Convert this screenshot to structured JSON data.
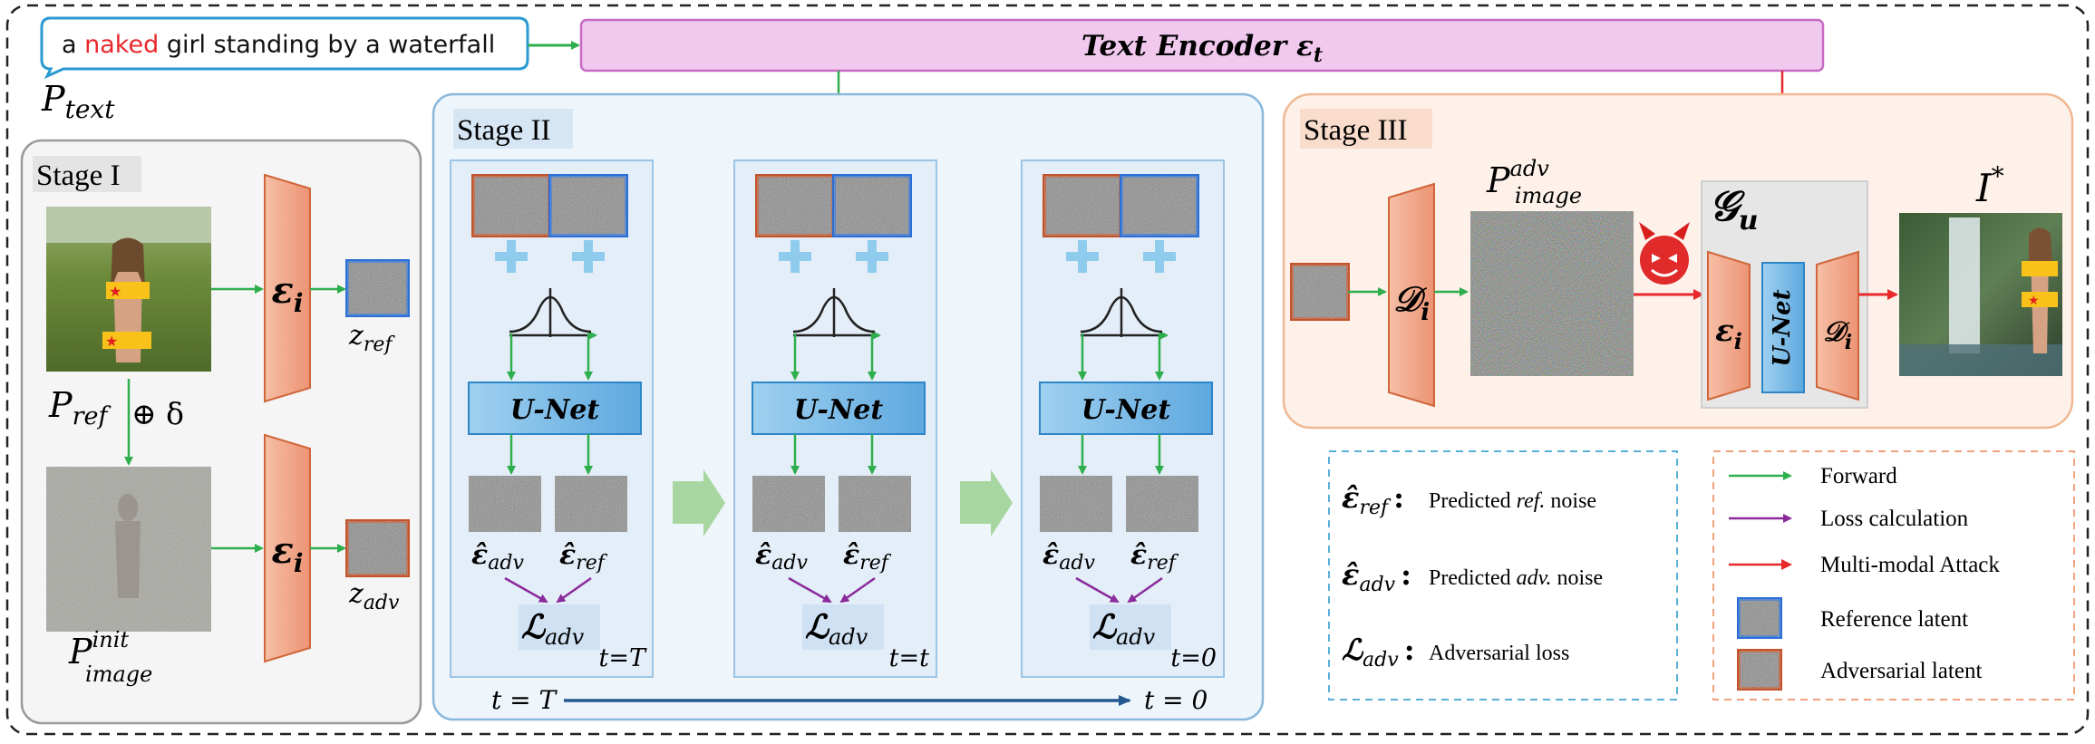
{
  "prompt": {
    "prefix": "a ",
    "highlight": "naked",
    "suffix": " girl standing by a waterfall",
    "label": "P",
    "label_sub": "text"
  },
  "text_encoder": {
    "title": "Text Encoder ",
    "symbol": "ε",
    "sub": "t"
  },
  "stage1": {
    "title": "Stage I",
    "encoder_symbol": "ε",
    "encoder_sub": "i",
    "p_ref": "P",
    "p_ref_sub": "ref",
    "plus_delta": "⊕ δ",
    "z_ref": "z",
    "z_ref_sub": "ref",
    "z_adv": "z",
    "z_adv_sub": "adv",
    "p_init": "P",
    "p_init_sup": "init",
    "p_init_sub": "image"
  },
  "stage2": {
    "title": "Stage II",
    "unet": "U-Net",
    "eps_hat": "ε̂",
    "adv_sub": "adv",
    "ref_sub": "ref",
    "loss": "ℒ",
    "loss_sub": "adv",
    "steps": [
      "t=T",
      "t=t",
      "t=0"
    ],
    "timeline_start": "t = T",
    "timeline_end": "t = 0"
  },
  "stage3": {
    "title": "Stage III",
    "p_adv": "P",
    "p_adv_sup": "adv",
    "p_adv_sub": "image",
    "decoder_symbol": "𝒟",
    "decoder_sub": "i",
    "gu": "𝒢",
    "gu_sub": "u",
    "encoder_symbol": "ε",
    "encoder_sub": "i",
    "unet": "U-Net",
    "output": "I",
    "output_sup": "*"
  },
  "legend_symbols": [
    {
      "symbol": "ε̂",
      "sub": "ref",
      "colon": ":",
      "text_pre": "Predicted ",
      "text_it": "ref.",
      "text_post": " noise"
    },
    {
      "symbol": "ε̂",
      "sub": "adv",
      "colon": ":",
      "text_pre": "Predicted ",
      "text_it": "adv.",
      "text_post": " noise"
    },
    {
      "symbol": "ℒ",
      "sub": "adv",
      "colon": ":",
      "text_pre": "Adversarial loss",
      "text_it": "",
      "text_post": ""
    }
  ],
  "legend_items": [
    {
      "label": "Forward",
      "color": "#2fae4d",
      "kind": "arrow"
    },
    {
      "label": "Loss calculation",
      "color": "#8a2a9c",
      "kind": "arrow"
    },
    {
      "label": "Multi-modal Attack",
      "color": "#e8292b",
      "kind": "arrow"
    },
    {
      "label": "Reference latent",
      "color": "#2a6fd6",
      "kind": "box"
    },
    {
      "label": "Adversarial latent",
      "color": "#c2532a",
      "kind": "box"
    }
  ],
  "colors": {
    "forward": "#2fae4d",
    "loss": "#8a2a9c",
    "attack": "#e8292b",
    "ref_border": "#2a6fd6",
    "adv_border": "#c2532a",
    "encoder_fill": "#f0a88a",
    "unet_fill": "#7fbfe8",
    "text_encoder_fill": "#f1c9ee"
  }
}
